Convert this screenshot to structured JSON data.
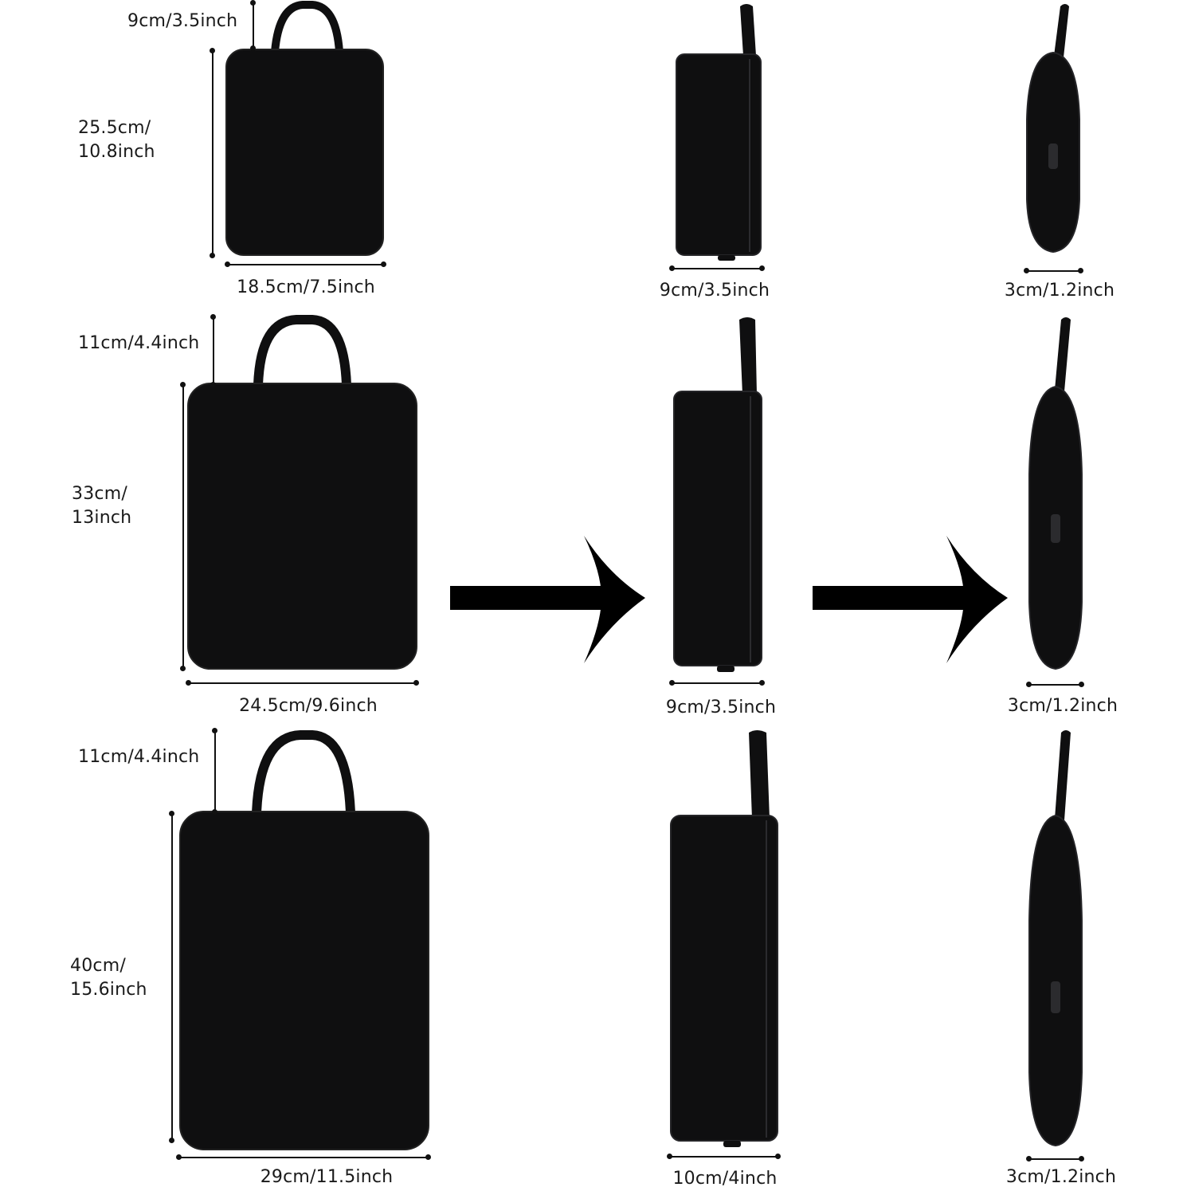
{
  "colors": {
    "bag": "#0f0f10",
    "bag_edge": "#1f1f22",
    "arrow": "#000000",
    "line": "#111111"
  },
  "rows": [
    {
      "height_label": "25.5cm/\n10.8inch",
      "handle_label": "9cm/3.5inch",
      "width_label": "18.5cm/7.5inch",
      "side_label": "9cm/3.5inch",
      "compressed_label": "3cm/1.2inch"
    },
    {
      "height_label": "33cm/\n13inch",
      "handle_label": "11cm/4.4inch",
      "width_label": "24.5cm/9.6inch",
      "side_label": "9cm/3.5inch",
      "compressed_label": "3cm/1.2inch"
    },
    {
      "height_label": "40cm/\n15.6inch",
      "handle_label": "11cm/4.4inch",
      "width_label": "29cm/11.5inch",
      "side_label": "10cm/4inch",
      "compressed_label": "3cm/1.2inch"
    }
  ],
  "icons": {
    "arrow_1": "right-arrow-icon",
    "arrow_2": "right-arrow-icon"
  }
}
